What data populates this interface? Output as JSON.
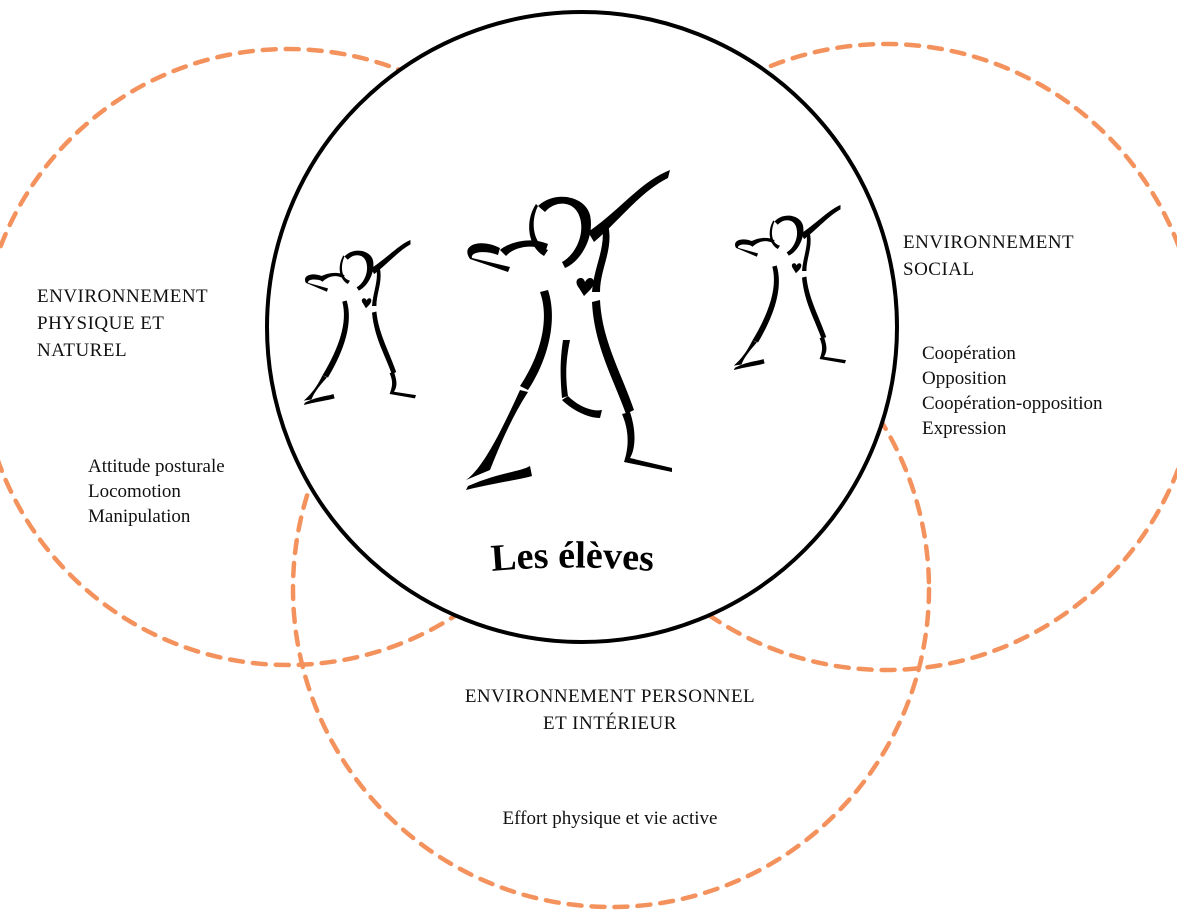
{
  "center": {
    "label": "Les élèves",
    "figure_icons": [
      "dancer-figure-left",
      "dancer-figure-center",
      "dancer-figure-right"
    ]
  },
  "environments": {
    "physical": {
      "title_lines": [
        "ENVIRONNEMENT",
        "PHYSIQUE ET",
        "NATUREL"
      ],
      "items": [
        "Attitude posturale",
        "Locomotion",
        "Manipulation"
      ]
    },
    "social": {
      "title_lines": [
        "ENVIRONNEMENT",
        "SOCIAL"
      ],
      "items": [
        "Coopération",
        "Opposition",
        "Coopération-opposition",
        "Expression"
      ]
    },
    "personal": {
      "title_lines": [
        "ENVIRONNEMENT PERSONNEL",
        "ET INTÉRIEUR"
      ],
      "items": [
        "Effort physique et vie active"
      ]
    }
  },
  "colors": {
    "dashed_circle": "#f4925e",
    "main_circle": "#000000"
  }
}
